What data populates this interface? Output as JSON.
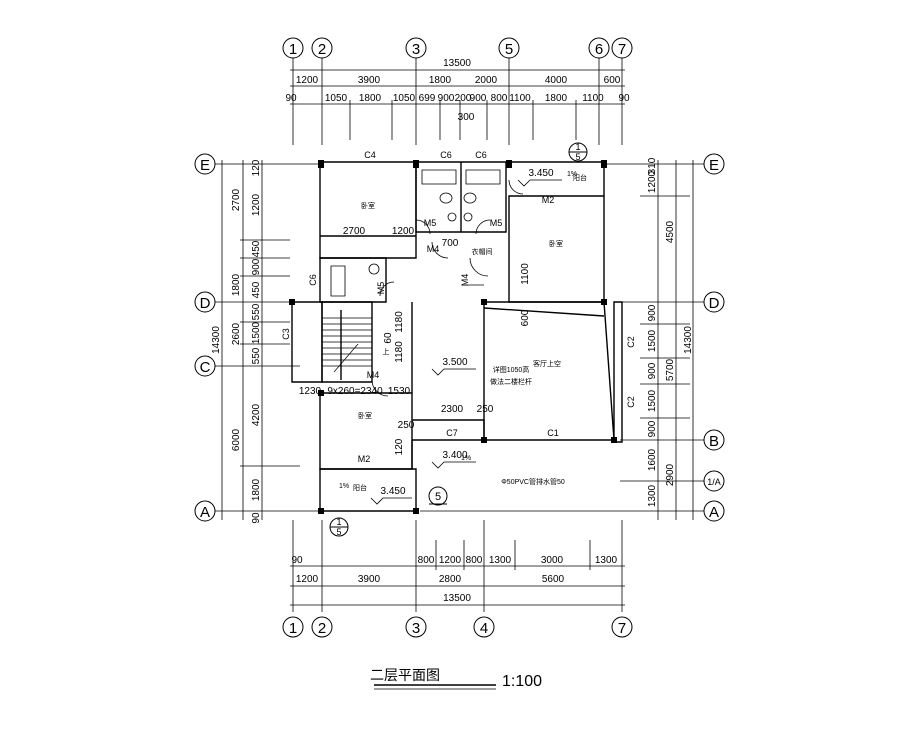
{
  "title": {
    "name": "二层平面图",
    "scale": "1:100"
  },
  "axes": {
    "top": [
      "1",
      "2",
      "3",
      "5",
      "6",
      "7"
    ],
    "bottom": [
      "1",
      "2",
      "3",
      "4",
      "7"
    ],
    "left": [
      "E",
      "D",
      "C",
      "A"
    ],
    "right": [
      "E",
      "D",
      "B",
      "1/A",
      "A"
    ]
  },
  "dims": {
    "top_total": "13500",
    "top_row1": [
      "1200",
      "3900",
      "1800",
      "2000",
      "4000",
      "600"
    ],
    "top_row2": [
      "90",
      "1050",
      "1800",
      "1050",
      "699",
      "900",
      "200",
      "900",
      "800",
      "1100",
      "1800",
      "1100",
      "90"
    ],
    "top_row2_sub": "300",
    "bottom_row1": [
      "90",
      "800",
      "1200",
      "800",
      "1300",
      "3000",
      "1300"
    ],
    "bottom_row2": [
      "1200",
      "3900",
      "2800",
      "5600"
    ],
    "bottom_total": "13500",
    "left_total": "14300",
    "left_row1": [
      "2700",
      "1800",
      "2600",
      "6000"
    ],
    "left_row2": [
      "120",
      "1200",
      "450",
      "900",
      "450",
      "550",
      "1500",
      "550",
      "4200",
      "1800",
      "90"
    ],
    "right_total": "14300",
    "right_row1": [
      "4500",
      "5700",
      "2900"
    ],
    "right_row2": [
      "310",
      "1200",
      "900",
      "1500",
      "900",
      "1500",
      "900",
      "1600",
      "1300"
    ]
  },
  "openings": {
    "c4": "C4",
    "c6a": "C6",
    "c6b": "C6",
    "c6c": "C6",
    "c3": "C3",
    "c2a": "C2",
    "c2b": "C2",
    "c7": "C7",
    "c1": "C1",
    "m5a": "M5",
    "m5b": "M5",
    "m5c": "M5",
    "m2a": "M2",
    "m2b": "M2",
    "m4a": "M4",
    "m4b": "M4",
    "m4c": "M4"
  },
  "rooms": {
    "bedroom1": "卧室",
    "bedroom2": "卧室",
    "bedroom3": "卧室",
    "cloak": "衣帽间",
    "balcony1": "阳台",
    "balcony2": "阳台",
    "void": "客厅上空",
    "stair_up": "上"
  },
  "notes": {
    "i1": "2700",
    "i2": "1200",
    "i3": "700",
    "i4": "1100",
    "i5": "600",
    "i6": "1180",
    "i7": "1180",
    "i8": "60",
    "i9": "1230",
    "i10": "9x260=2340",
    "i11": "1530",
    "i12": "2300",
    "i13": "250",
    "i14": "250",
    "i15": "120",
    "ela": "3.450",
    "elb": "3.500",
    "elc": "3.400",
    "eld": "3.450",
    "slope1": "1%",
    "slope2": "1%",
    "slope3": "1%",
    "pipe": "Φ50PVC管排水管50",
    "void_note1": "详图1050高",
    "void_note2": "做法二楼栏杆",
    "sec1": "1",
    "sec1b": "5",
    "sec2": "1",
    "sec2b": "5",
    "sec3": "5"
  }
}
